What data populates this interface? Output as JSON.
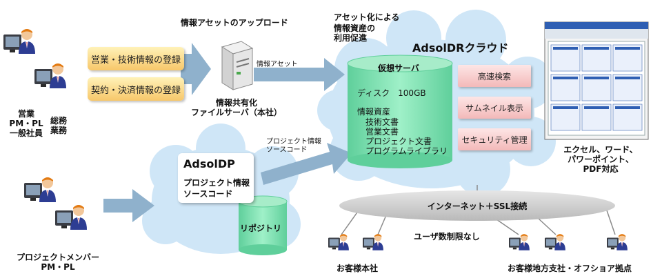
{
  "labels": {
    "upload_title": "情報アセットのアップロード",
    "asset_promo": [
      "アセット化による",
      "情報資産の",
      "利用促進"
    ],
    "cloud_title": "AdsolDRクラウド",
    "info_asset_label": "情報アセット",
    "project_source_label": [
      "プロジェクト情報",
      "ソースコード"
    ],
    "file_server": [
      "情報共有化",
      "ファイルサーバ（本社）"
    ],
    "left_top_group": [
      "営業",
      "PM・PL",
      "一般社員"
    ],
    "left_top_group2": [
      "総務",
      "業務"
    ],
    "project_members": [
      "プロジェクトメンバー",
      "PM・PL"
    ],
    "screenshot_caption": [
      "エクセル、ワード、",
      "パワーポイント、",
      "PDF対応"
    ],
    "network_label": "インターネット＋SSL接続",
    "user_limit": "ユーザ数制限なし",
    "customer_hq": "お客様本社",
    "customer_branch": "お客様地方支社・オフショア拠点"
  },
  "registration_buttons": [
    "営業・技術情報の登録",
    "契約・決済情報の登録"
  ],
  "virtual_server": {
    "title": "仮想サーバ",
    "disk": "ディスク　100GB",
    "assets_heading": "情報資産",
    "assets": [
      "技術文書",
      "営業文書",
      "プロジェクト文書",
      "プログラムライブラリ"
    ]
  },
  "features": [
    "高速検索",
    "サムネイル表示",
    "セキュリティ管理"
  ],
  "adsoldp": {
    "title": "AdsolDP",
    "lines": [
      "プロジェクト情報",
      "ソースコード"
    ],
    "repository": "リポジトリ"
  },
  "colors": {
    "cloud": "#cfe6f7",
    "cloud_edge": "#a9cde8",
    "cylinder": "#7fdcb0",
    "cylinder_top": "#a7ecc9",
    "arrow": "#8fb1cc",
    "network_band": "#c9c9c9",
    "pill": "#f7c76a",
    "feature": "#f3b9b9"
  },
  "icons": [
    "person-at-computer-icon",
    "server-icon",
    "browser-screenshot-icon"
  ]
}
